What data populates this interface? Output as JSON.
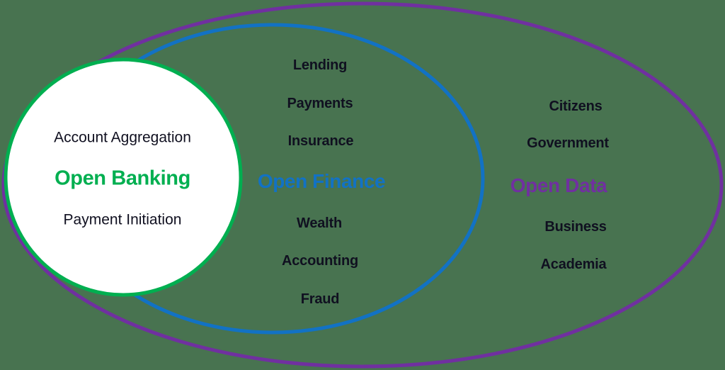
{
  "diagram": {
    "type": "nested-venn",
    "background_color": "#487350",
    "text_color": "#101020",
    "rings": {
      "open_data": {
        "title": "Open Data",
        "color": "#7030A0",
        "items": [
          "Citizens",
          "Government",
          "Business",
          "Academia"
        ]
      },
      "open_finance": {
        "title": "Open Finance",
        "color": "#1272C4",
        "items": [
          "Lending",
          "Payments",
          "Insurance",
          "Wealth",
          "Accounting",
          "Fraud"
        ]
      },
      "open_banking": {
        "title": "Open Banking",
        "color": "#00AF50",
        "fill": "#FFFFFF",
        "items": [
          "Account Aggregation",
          "Payment Initiation"
        ]
      }
    }
  }
}
